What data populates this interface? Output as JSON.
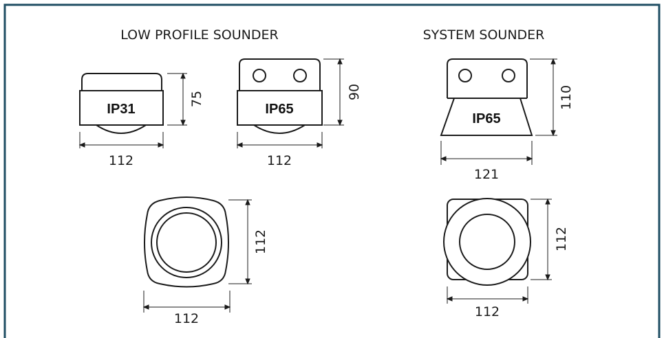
{
  "sections": {
    "low_profile": {
      "title": "LOW PROFILE SOUNDER"
    },
    "system": {
      "title": "SYSTEM SOUNDER"
    }
  },
  "low_profile": {
    "ip31": {
      "rating": "IP31",
      "width": "112",
      "height": "75"
    },
    "ip65": {
      "rating": "IP65",
      "width": "112",
      "height": "90"
    },
    "top_view": {
      "width": "112",
      "height": "112"
    }
  },
  "system": {
    "side": {
      "rating": "IP65",
      "width": "121",
      "height": "110"
    },
    "top_view": {
      "width": "112",
      "height": "112"
    }
  },
  "colors": {
    "border": "#1f4e63",
    "line": "#1a1a1a",
    "background": "#ffffff"
  }
}
